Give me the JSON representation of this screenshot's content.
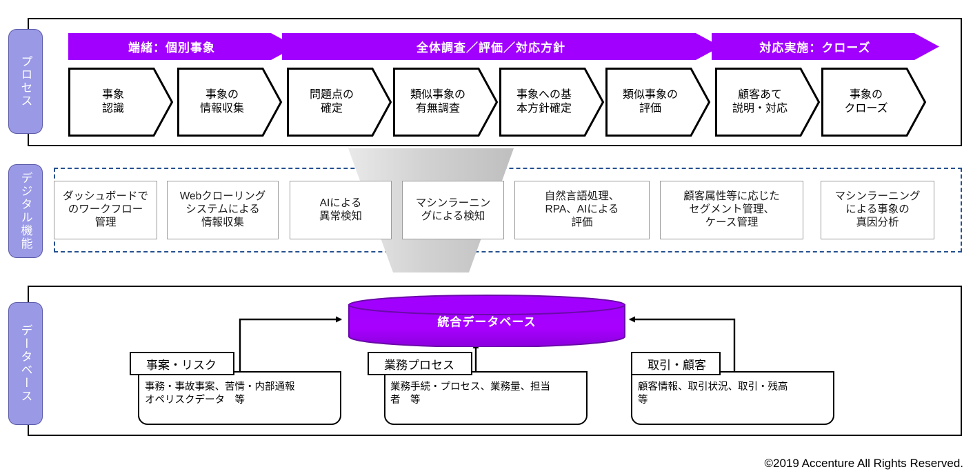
{
  "bands": [
    {
      "id": "process",
      "label": "プロセス"
    },
    {
      "id": "digital",
      "label": "デジタル機能"
    },
    {
      "id": "database",
      "label": "データベース"
    }
  ],
  "process": {
    "phases": [
      {
        "label": "端緒：個別事象"
      },
      {
        "label": "全体調査／評価／対応方針"
      },
      {
        "label": "対応実施：クローズ"
      }
    ],
    "steps": [
      {
        "label": "事象\n認識"
      },
      {
        "label": "事象の\n情報収集"
      },
      {
        "label": "問題点の\n確定"
      },
      {
        "label": "類似事象の\n有無調査"
      },
      {
        "label": "事象への基\n本方針確定"
      },
      {
        "label": "類似事象の\n評価"
      },
      {
        "label": "顧客あて\n説明・対応"
      },
      {
        "label": "事象の\nクローズ"
      }
    ]
  },
  "digital": {
    "cards": [
      {
        "label": "ダッシュボードで\nのワークフロー\n管理"
      },
      {
        "label": "Webクローリング\nシステムによる\n情報収集"
      },
      {
        "label": "AIによる\n異常検知"
      },
      {
        "label": "マシンラーニン\nグによる検知"
      },
      {
        "label": "自然言語処理、\nRPA、AIによる\n評価"
      },
      {
        "label": "顧客属性等に応じた\nセグメント管理、\nケース管理"
      },
      {
        "label": "マシンラーニング\nによる事象の\n真因分析"
      }
    ]
  },
  "database": {
    "central_label": "統合データベース",
    "sources": [
      {
        "title": "事案・リスク",
        "desc": "  事務・事故事案、苦情・内部通報\nオペリスクデータ　等"
      },
      {
        "title": "業務プロセス",
        "desc": "業務手続・プロセス、業務量、担当\n者　等"
      },
      {
        "title": "取引・顧客",
        "desc": "顧客情報、取引状況、取引・残高\n等"
      }
    ]
  },
  "footer": {
    "copyright": "©2019 Accenture All Rights Reserved."
  },
  "colors": {
    "accent_purple": "#a100ff",
    "band_periwinkle": "#9999e6",
    "dashed_border": "#24508f",
    "gray_arrow": "#c9c9c9",
    "card_border": "#9a9a9a"
  }
}
